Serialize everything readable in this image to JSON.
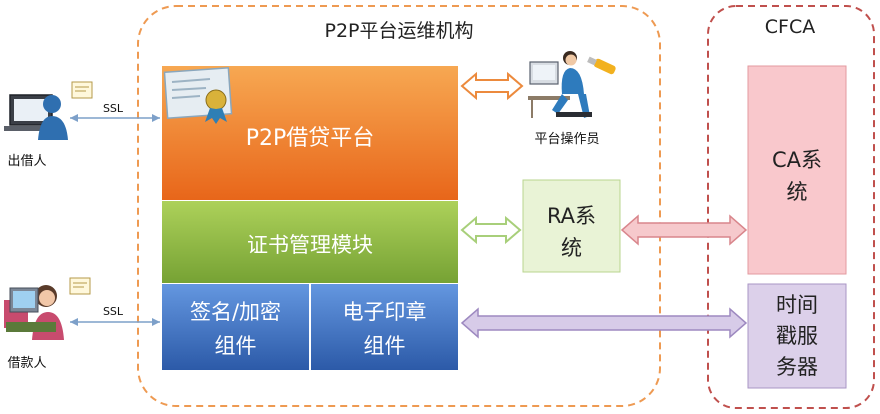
{
  "ops_group": {
    "title": "P2P平台运维机构"
  },
  "cfca_group": {
    "title": "CFCA"
  },
  "blocks": {
    "p2p_platform": "P2P借贷平台",
    "cert_module": "证书管理模块",
    "sign_encrypt": [
      "签名/加密",
      "组件"
    ],
    "seal": [
      "电子印章",
      "组件"
    ],
    "ra": [
      "RA系",
      "统"
    ],
    "ca": [
      "CA系",
      "统"
    ],
    "timestamp": [
      "时间",
      "戳服",
      "务器"
    ]
  },
  "actors": {
    "lender": "出借人",
    "borrower": "借款人",
    "operator": "平台操作员"
  },
  "links": {
    "ssl_top": "SSL",
    "ssl_bottom": "SSL"
  },
  "colors": {
    "orange_top": "#f6a24a",
    "orange_bottom": "#e8691b",
    "green_top": "#a9cc55",
    "green_bottom": "#7aa637",
    "blue_top": "#5b8fdc",
    "blue_bottom": "#2f5fae",
    "ra_fill": "#e9f3d6",
    "ca_fill": "#f9c8cc",
    "ts_fill": "#dcd0ea",
    "ops_border": "#ee9a52",
    "cfca_border": "#c0504d"
  }
}
